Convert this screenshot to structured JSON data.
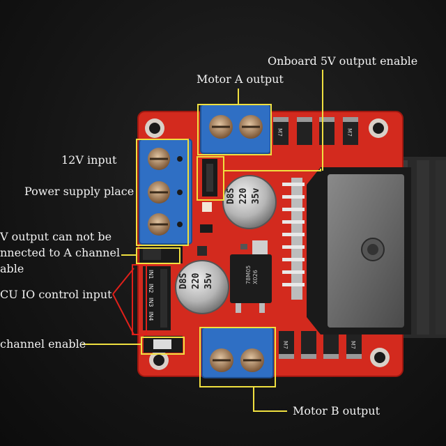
{
  "labels": {
    "onboard_5v": "Onboard 5V output enable",
    "motor_a": "Motor A output",
    "input_12v": "12V input",
    "power_supply": "Power supply place",
    "v5_line1": "V output can not be",
    "v5_line2": "nnected to A channel",
    "v5_line3": "able",
    "mcu_io": "CU IO control input",
    "b_enable": "channel enable",
    "motor_b": "Motor B output"
  },
  "silkscreen": {
    "cap_text": [
      "D8S",
      "220",
      "35v"
    ],
    "regulator_text": [
      "78M05",
      "X026"
    ],
    "diode_text": "M7",
    "pin_labels": [
      "IN1",
      "IN2",
      "IN3",
      "IN4"
    ]
  },
  "colors": {
    "pcb": "#d32a1e",
    "annotation_line": "#f0e040",
    "terminal_block": "#2f6fc4"
  }
}
